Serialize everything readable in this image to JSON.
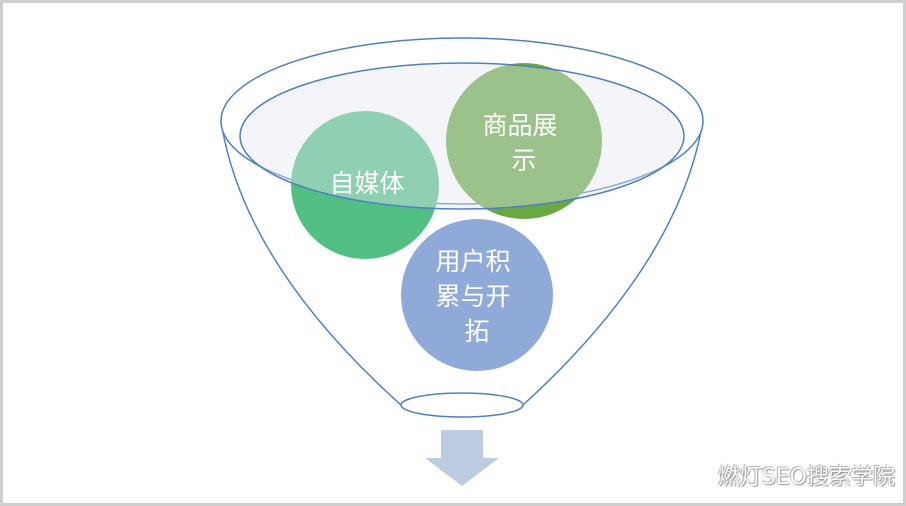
{
  "nodes": [
    {
      "id": "media",
      "lines": [
        "自媒体"
      ],
      "color": "#52bf83"
    },
    {
      "id": "product",
      "lines": [
        "商品展",
        "示"
      ],
      "color": "#6aa843"
    },
    {
      "id": "users",
      "lines": [
        "用户积",
        "累与开",
        "拓"
      ],
      "color": "#8faad9"
    }
  ],
  "funnel": {
    "stroke": "#4e81c1",
    "rim_fill": "#e2e8f0"
  },
  "arrow": {
    "color": "#bccde2"
  },
  "watermark": "燃灯SEO搜索学院"
}
